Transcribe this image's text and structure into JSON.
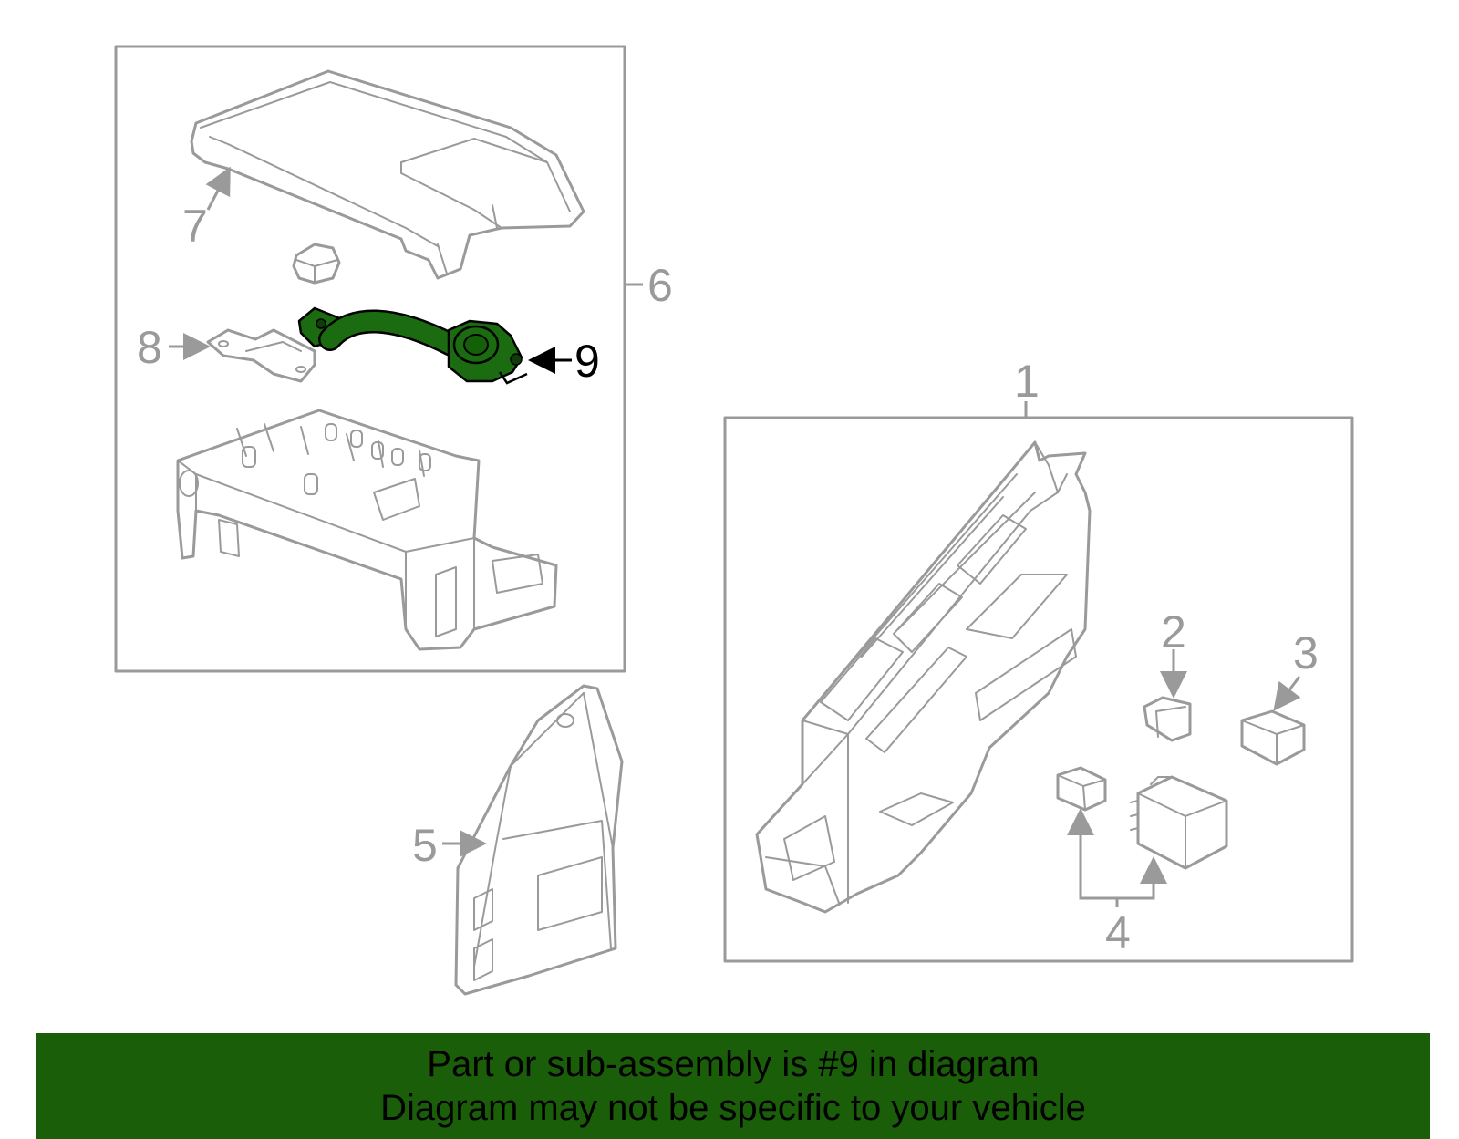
{
  "callouts": {
    "c1": "1",
    "c2": "2",
    "c3": "3",
    "c4": "4",
    "c5": "5",
    "c6": "6",
    "c7": "7",
    "c8": "8",
    "c9": "9"
  },
  "highlighted_part": "9",
  "colors": {
    "highlight": "#1b6b10",
    "line_art": "#9a9a9a",
    "banner_bg": "#1b5e0a"
  },
  "banner": {
    "line1": "Part or sub-assembly is #9 in diagram",
    "line2": "Diagram may not be specific to your vehicle"
  }
}
